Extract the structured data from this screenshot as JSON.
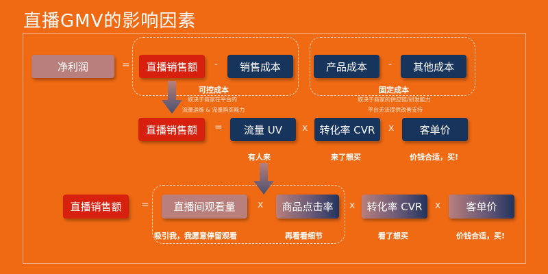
{
  "title": "直播GMV的影响因素",
  "row1": {
    "net_profit": "净利润",
    "eq": "=",
    "gmv": "直播销售额",
    "minus1": "-",
    "sales_cost": "销售成本",
    "product_cost": "产品成本",
    "minus2": "-",
    "other_cost": "其他成本",
    "controllable": "可控成本",
    "controllable_desc1": "取决于商家在平台的",
    "controllable_desc2": "流量运维 & 流量购买能力",
    "fixed": "固定成本",
    "fixed_desc1": "取决于商家的供应链/研发能力",
    "fixed_desc2": "平台无法提供改善支持"
  },
  "row2": {
    "gmv": "直播销售额",
    "eq": "=",
    "traffic": "流量 UV",
    "x1": "x",
    "cvr": "转化率 CVR",
    "x2": "x",
    "aov": "客单价",
    "traffic_note": "有人来",
    "cvr_note": "来了想买",
    "aov_note": "价钱合适，买!"
  },
  "row3": {
    "gmv": "直播销售额",
    "eq": "=",
    "views": "直播间观看量",
    "x1": "x",
    "ctr": "商品点击率",
    "x2": "x",
    "cvr": "转化率 CVR",
    "x3": "x",
    "aov": "客单价",
    "views_note": "吸引我，我愿意停留观看",
    "ctr_note": "再看看细节",
    "cvr_note": "看了想买",
    "aov_note": "价钱合适，买!"
  }
}
